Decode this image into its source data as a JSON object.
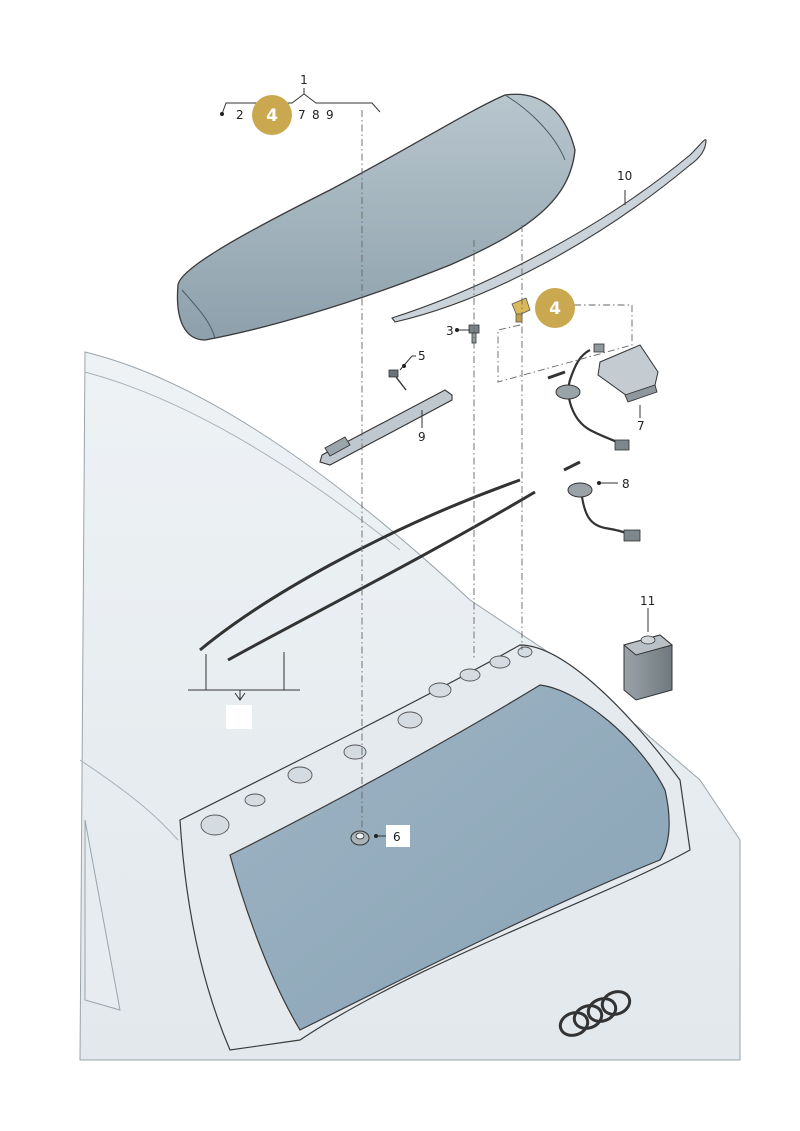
{
  "diagram": {
    "colors": {
      "badge": "#C9A84F",
      "glass": "#8FA9BA",
      "spoiler": "#9FB1BC",
      "body_panel": "#EEF2F5",
      "outline": "#3A3A3A"
    },
    "callouts": {
      "c1": "1",
      "c2": "2",
      "c3": "3",
      "c5": "5",
      "c6": "6",
      "c7": "7",
      "c7b": "7",
      "c8": "8",
      "c8b": "8",
      "c9": "9",
      "c9b": "9",
      "c10": "10",
      "c11": "11"
    },
    "badges": {
      "top": "4",
      "side": "4"
    },
    "icons": [
      "car-rings-logo-icon"
    ]
  }
}
